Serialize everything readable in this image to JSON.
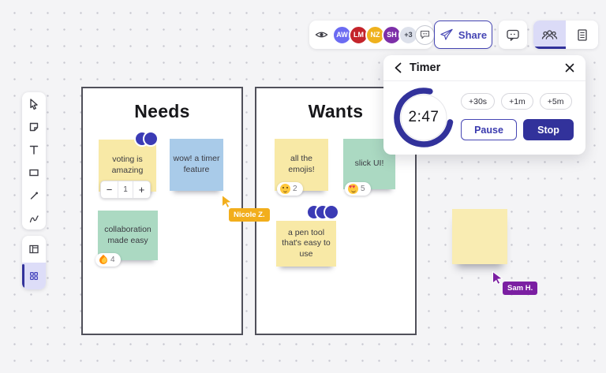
{
  "app": {
    "background": "#F4F4F6",
    "accent": "#32329B"
  },
  "top_toolbar": {
    "collaborators": [
      {
        "initials": "AW",
        "color": "#6B6BF2"
      },
      {
        "initials": "LM",
        "color": "#C4242B"
      },
      {
        "initials": "NZ",
        "color": "#EFB11D"
      },
      {
        "initials": "SH",
        "color": "#7D2FA8"
      }
    ],
    "overflow_count": "+3",
    "share_label": "Share"
  },
  "timer_panel": {
    "title": "Timer",
    "time_remaining": "2:47",
    "extend_options": [
      "+30s",
      "+1m",
      "+5m"
    ],
    "pause_label": "Pause",
    "stop_label": "Stop"
  },
  "left_toolbar": {
    "tools": [
      "select",
      "sticky-note",
      "text",
      "shape",
      "connector",
      "draw"
    ],
    "panels": [
      "frames",
      "templates"
    ],
    "active_panel": "templates"
  },
  "boards": {
    "needs": {
      "title": "Needs",
      "notes": [
        {
          "text": "voting is amazing",
          "color": "#F8E9A6",
          "stepper": {
            "decrease": "−",
            "value": "1",
            "increase": "+"
          },
          "presence_dots": 2
        },
        {
          "text": "wow! a timer feature",
          "color": "#A9CBE9"
        },
        {
          "text": "collaboration made easy",
          "color": "#ABD9C2",
          "reaction": {
            "emoji": "fire",
            "count": "4"
          }
        }
      ]
    },
    "wants": {
      "title": "Wants",
      "notes": [
        {
          "text": "all the emojis!",
          "color": "#F8E9A6",
          "reaction": {
            "emoji": "smiley",
            "count": "2"
          }
        },
        {
          "text": "slick UI!",
          "color": "#ABD9C2",
          "reaction": {
            "emoji": "heart-eyes",
            "count": "5"
          }
        },
        {
          "text": "a pen tool that's easy to use",
          "color": "#F8E9A6",
          "presence_dots": 3
        }
      ]
    }
  },
  "floating_note": {
    "color": "#F9ECB2"
  },
  "cursors": [
    {
      "name": "Nicole Z.",
      "color": "#F2AE1C"
    },
    {
      "name": "Sam H.",
      "color": "#7B1FA2"
    }
  ]
}
